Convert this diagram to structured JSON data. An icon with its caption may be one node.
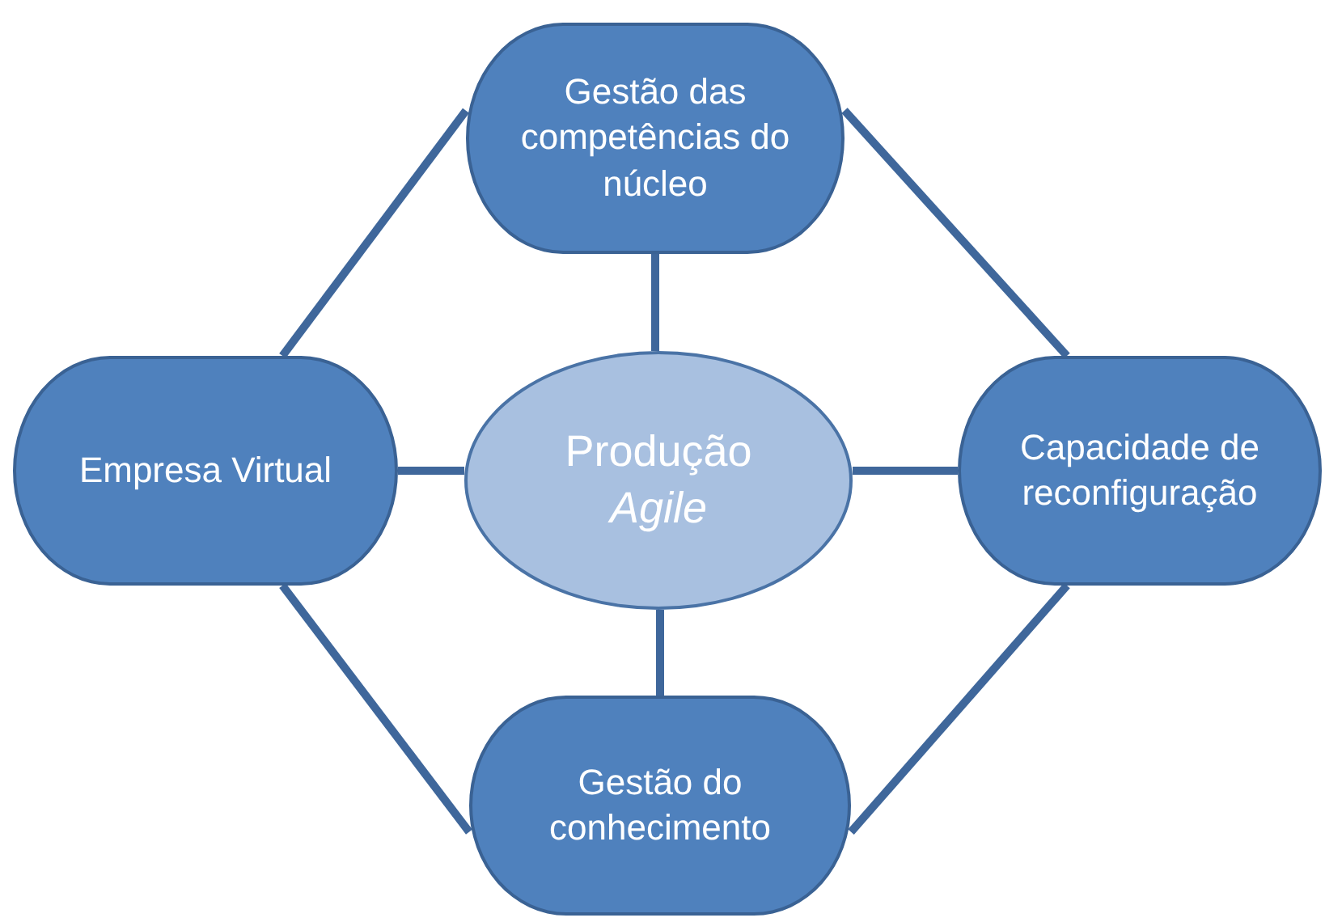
{
  "diagram": {
    "nodes": [
      {
        "text": [
          "Gestão das competências do núcleo"
        ]
      },
      {
        "text": [
          "Empresa Virtual"
        ]
      },
      {
        "text": [
          "Produção *Agile*"
        ]
      },
      {
        "text": [
          "Capacidade de reconfiguração"
        ]
      },
      {
        "text": [
          "Gestão do conhecimento"
        ]
      }
    ],
    "edges": [
      {
        "from": 0,
        "to": 2,
        "arrow": "none"
      },
      {
        "from": 1,
        "to": 2,
        "arrow": "none"
      },
      {
        "from": 2,
        "to": 3,
        "arrow": "none"
      },
      {
        "from": 2,
        "to": 4,
        "arrow": "none"
      },
      {
        "from": 0,
        "to": 1,
        "arrow": "none"
      },
      {
        "from": 0,
        "to": 3,
        "arrow": "none"
      },
      {
        "from": 1,
        "to": 4,
        "arrow": "none"
      },
      {
        "from": 3,
        "to": 4,
        "arrow": "none"
      }
    ]
  }
}
